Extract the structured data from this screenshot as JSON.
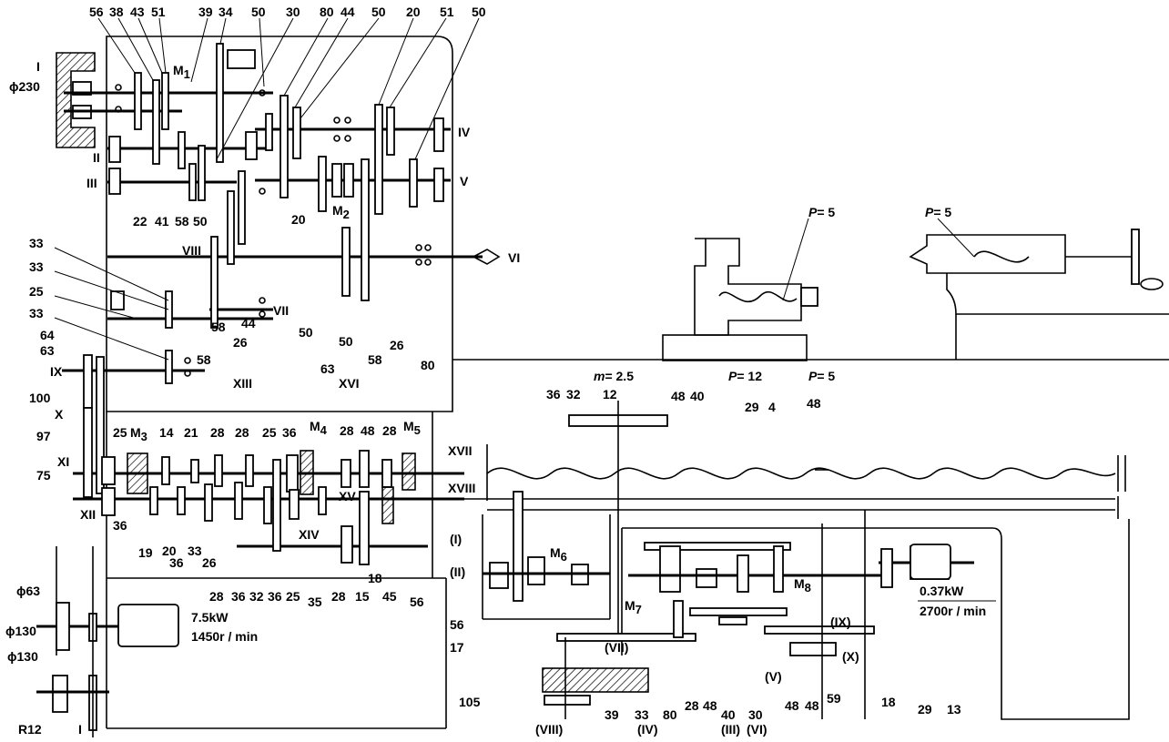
{
  "gearbox_top": [
    "56",
    "38",
    "43",
    "51",
    "39",
    "34",
    "50",
    "30",
    "80",
    "44",
    "50",
    "20",
    "51",
    "50"
  ],
  "shafts": {
    "I": "I",
    "II": "II",
    "III": "III",
    "IV": "IV",
    "V": "V",
    "VI": "VI",
    "VII": "VII",
    "VIII": "VIII",
    "IX": "IX",
    "X": "X",
    "XI": "XI",
    "XII": "XII",
    "XIII": "XIII",
    "XIV": "XIV",
    "XV": "XV",
    "XVI": "XVI",
    "XVII": "XVII",
    "XVIII": "XVIII"
  },
  "clutches": {
    "M1": "M",
    "M1s": "1",
    "M2": "M",
    "M2s": "2",
    "M3": "M",
    "M3s": "3",
    "M4": "M",
    "M4s": "4",
    "M5": "M",
    "M5s": "5",
    "M6": "M",
    "M6s": "6",
    "M7": "M",
    "M7s": "7",
    "M8": "M",
    "M8s": "8"
  },
  "pulley_top": "ϕ230",
  "headstock_labels": {
    "g22": "22",
    "g41": "41",
    "g58a": "58",
    "g50a": "50",
    "g20b": "20",
    "g50b": "50",
    "g63a": "63",
    "g50c": "50",
    "g58b": "58",
    "g26a": "26",
    "g80": "80",
    "g33a": "33",
    "g33b": "33",
    "g25": "25",
    "g33c": "33",
    "g64": "64",
    "g63b": "63",
    "g58c": "58",
    "g58d": "58",
    "g26b": "26",
    "g44": "44"
  },
  "feedbox_labels": {
    "g100": "100",
    "g97": "97",
    "g75": "75",
    "g25a": "25",
    "g14": "14",
    "g21": "21",
    "g28a": "28",
    "g28b": "28",
    "g25b": "25",
    "g36a": "36",
    "g28c": "28",
    "g48a": "48",
    "g28d": "28",
    "g36b": "36",
    "g19": "19",
    "g20": "20",
    "g36c": "36",
    "g33": "33",
    "g26": "26",
    "g28e": "28",
    "g36d": "36",
    "g32": "32",
    "g36e": "36",
    "g25c": "25",
    "g35": "35",
    "g28f": "28",
    "g15": "15",
    "g18": "18",
    "g45": "45",
    "g56": "56"
  },
  "motor_main": {
    "power": "7.5kW",
    "speed": "1450r / min",
    "pulley1": "ϕ63",
    "pulley2": "ϕ130",
    "pulley3": "ϕ130",
    "gear": "R12",
    "shaft": "I"
  },
  "motor_rapid": {
    "power": "0.37kW",
    "speed": "2700r / min",
    "g29": "29",
    "g13": "13"
  },
  "apron": {
    "m": "m",
    "m_val": "= 2.5",
    "g36": "36",
    "g32": "32",
    "g12": "12",
    "g48a": "48",
    "g40a": "40",
    "P12": "P",
    "P12v": "= 12",
    "g29": "29",
    "g4": "4",
    "g48b": "48",
    "P5c": "P",
    "P5cv": "= 5",
    "I": "(I)",
    "II": "(II)",
    "g56": "56",
    "g17": "17",
    "g105": "105",
    "g39": "39",
    "g33": "33",
    "g80": "80",
    "g28": "28",
    "g48c": "48",
    "g40b": "40",
    "g30": "30",
    "g48d": "48",
    "g48e": "48",
    "g59": "59",
    "g18": "18",
    "VII": "(VII)",
    "VIII": "(VIII)",
    "IV": "(IV)",
    "III": "(III)",
    "VI": "(VI)",
    "V": "(V)",
    "IX": "(IX)",
    "X": "(X)"
  },
  "tool_post": {
    "P": "P",
    "val": "= 5"
  },
  "tailstock": {
    "P": "P",
    "val": "= 5"
  }
}
